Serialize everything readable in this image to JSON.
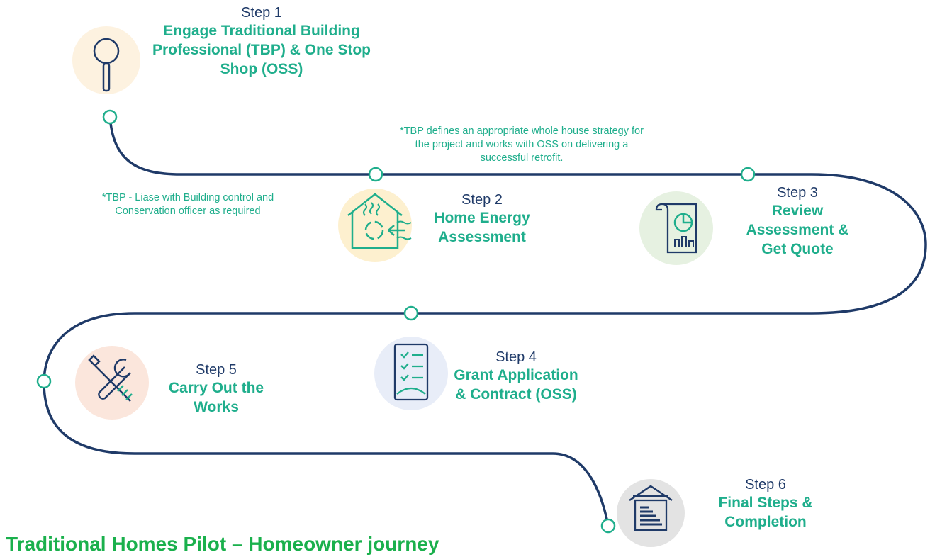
{
  "title": "Traditional Homes Pilot – Homeowner journey",
  "colors": {
    "path": "#1f3a68",
    "accent_text": "#1fae8c",
    "title": "#1ab04c",
    "step_number": "#1f3a68"
  },
  "notes": {
    "strategy": "*TBP defines an appropriate whole house strategy for the project and works with OSS on delivering a successful retrofit.",
    "liaise": "*TBP - Liase with Building control and Conservation officer as required"
  },
  "steps": [
    {
      "number": "Step 1",
      "title": "Engage Traditional Building Professional (TBP) & One Stop Shop (OSS)",
      "icon": "magnifying-glass-icon",
      "icon_bg": "#fdf2e0"
    },
    {
      "number": "Step 2",
      "title": "Home Energy Assessment",
      "icon": "house-energy-icon",
      "icon_bg": "#fdf0cf"
    },
    {
      "number": "Step 3",
      "title": "Review Assessment & Get Quote",
      "icon": "report-chart-icon",
      "icon_bg": "#e6f1e1"
    },
    {
      "number": "Step 4",
      "title": "Grant Application & Contract (OSS)",
      "icon": "checklist-icon",
      "icon_bg": "#e8edf8"
    },
    {
      "number": "Step 5",
      "title": "Carry Out the Works",
      "icon": "tools-icon",
      "icon_bg": "#fbe6dc"
    },
    {
      "number": "Step 6",
      "title": "Final Steps & Completion",
      "icon": "energy-rating-house-icon",
      "icon_bg": "#e3e3e3"
    }
  ]
}
